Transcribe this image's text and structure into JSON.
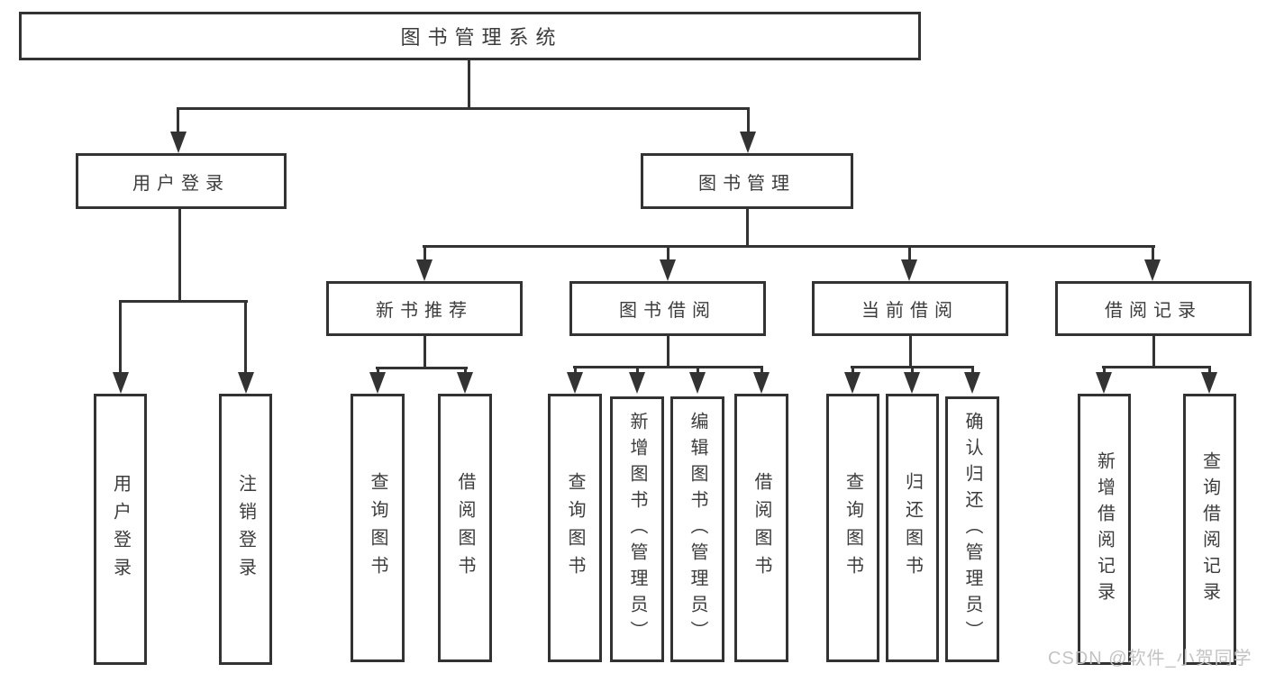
{
  "diagram_title": "图书管理系统",
  "tree": {
    "label": "图书管理系统",
    "children": [
      {
        "label": "用户登录",
        "children": [
          {
            "label": "用户登录"
          },
          {
            "label": "注销登录"
          }
        ]
      },
      {
        "label": "图书管理",
        "children": [
          {
            "label": "新书推荐",
            "children": [
              {
                "label": "查询图书"
              },
              {
                "label": "借阅图书"
              }
            ]
          },
          {
            "label": "图书借阅",
            "children": [
              {
                "label": "查询图书"
              },
              {
                "label": "新增图书（管理员）"
              },
              {
                "label": "编辑图书（管理员）"
              },
              {
                "label": "借阅图书"
              }
            ]
          },
          {
            "label": "当前借阅",
            "children": [
              {
                "label": "查询图书"
              },
              {
                "label": "归还图书"
              },
              {
                "label": "确认归还（管理员）"
              }
            ]
          },
          {
            "label": "借阅记录",
            "children": [
              {
                "label": "新增借阅记录"
              },
              {
                "label": "查询借阅记录"
              }
            ]
          }
        ]
      }
    ]
  },
  "watermark": {
    "text": "CSDN @软件_小贺同学"
  },
  "colors": {
    "line": "#333333",
    "text": "#3c3c3c",
    "watermark": "#c3c3c3",
    "background": "#ffffff"
  }
}
